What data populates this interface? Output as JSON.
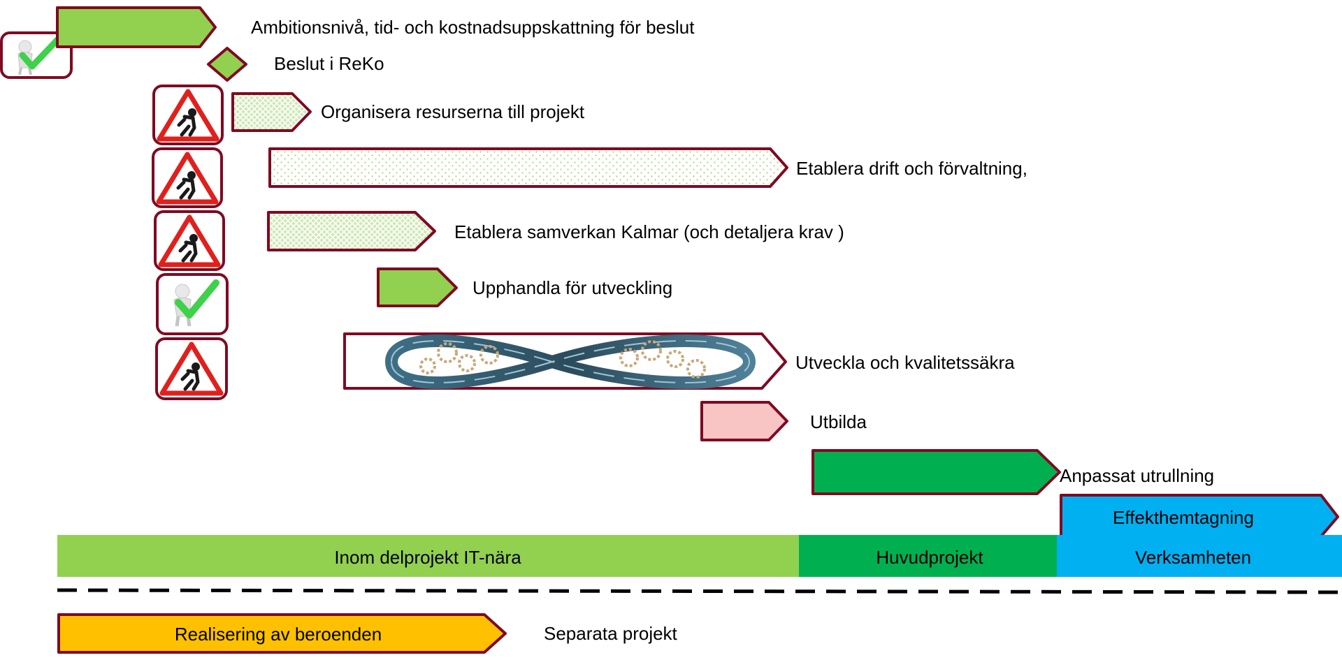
{
  "colors": {
    "border": "#7f0a22",
    "light_green": "#92d050",
    "dark_green": "#00b050",
    "blue": "#00b0f0",
    "orange": "#ffc000",
    "pink": "#f8c4c4",
    "dot_green": "#a8d47a"
  },
  "tasks": [
    {
      "id": "ambition",
      "label": "Ambitionsnivå, tid- och kostnadsuppskattning för beslut",
      "fill": "solid-light-green",
      "status_icon": "check-person-icon"
    },
    {
      "id": "beslut",
      "label": "Beslut i ReKo",
      "fill": "diamond-milestone"
    },
    {
      "id": "organisera",
      "label": "Organisera  resurserna till projekt",
      "fill": "crosshatch-pattern",
      "status_icon": "construction-sign-icon"
    },
    {
      "id": "drift",
      "label": "Etablera drift och förvaltning,",
      "fill": "dotted-pattern",
      "status_icon": "construction-sign-icon"
    },
    {
      "id": "samverkan",
      "label": "Etablera samverkan Kalmar  (och detaljera krav )",
      "fill": "crosshatch-pattern",
      "status_icon": "construction-sign-icon"
    },
    {
      "id": "upphandla",
      "label": "Upphandla för utveckling",
      "fill": "solid-light-green",
      "status_icon": "check-person-icon"
    },
    {
      "id": "utveckla",
      "label": "Utveckla och kvalitetssäkra",
      "fill": "infinity-gears-image",
      "status_icon": "construction-sign-icon"
    },
    {
      "id": "utbilda",
      "label": "Utbilda",
      "fill": "solid-pink"
    },
    {
      "id": "utrullning",
      "label": "Anpassat utrullning",
      "fill": "solid-dark-green"
    },
    {
      "id": "effekt",
      "label": "Effekthemtagning",
      "fill": "solid-blue"
    }
  ],
  "phases": [
    {
      "label": "Inom delprojekt IT-nära",
      "color": "#92d050"
    },
    {
      "label": "Huvudprojekt",
      "color": "#00b050"
    },
    {
      "label": "Verksamheten",
      "color": "#00b0f0"
    }
  ],
  "separate": {
    "arrow_label": "Realisering av beroenden",
    "caption": "Separata projekt"
  }
}
